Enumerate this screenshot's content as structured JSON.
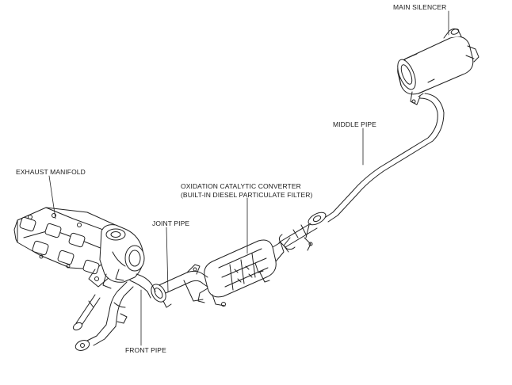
{
  "diagram": {
    "labels": {
      "main_silencer": "MAIN SILENCER",
      "middle_pipe": "MIDDLE PIPE",
      "exhaust_manifold": "EXHAUST MANIFOLD",
      "oxidation_line1": "OXIDATION CATALYTIC CONVERTER",
      "oxidation_line2": "(BUILT-IN DIESEL PARTICULATE FILTER)",
      "joint_pipe": "JOINT PIPE",
      "front_pipe": "FRONT PIPE"
    }
  }
}
